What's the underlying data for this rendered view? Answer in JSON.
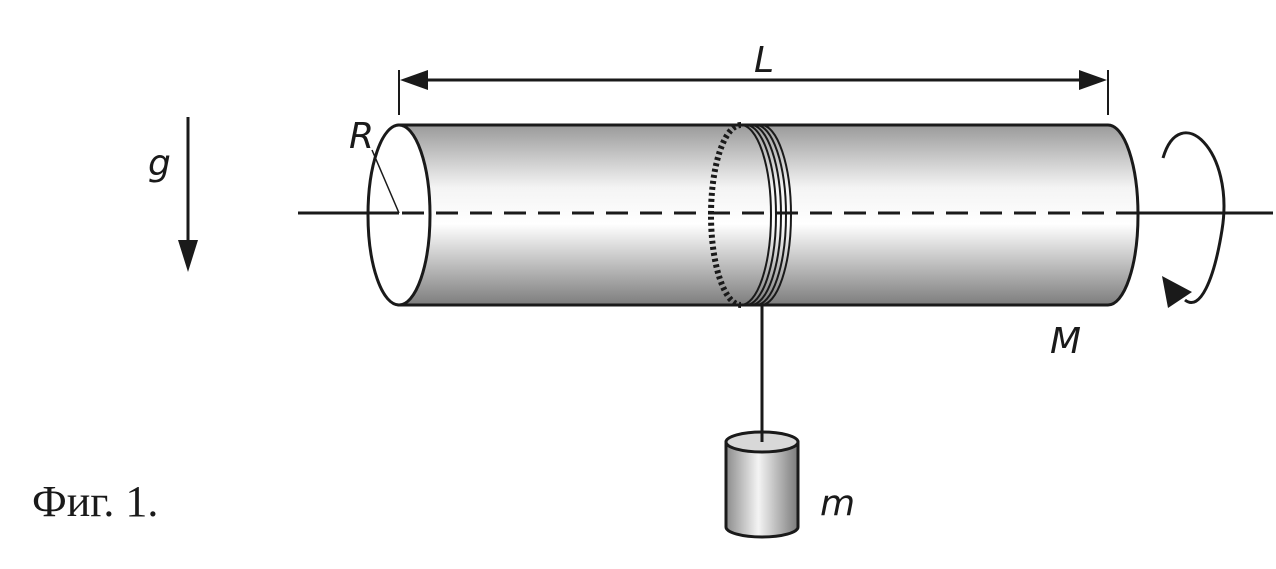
{
  "labels": {
    "length": "L",
    "radius": "R",
    "gravity": "g",
    "cylinder_mass": "M",
    "hanging_mass": "m",
    "caption": "Фиг. 1."
  },
  "colors": {
    "ink": "#1a1a1a",
    "cylinder_light": "#ffffff",
    "cylinder_dark": "#8a8a8a",
    "cap_fill": "#ffffff"
  }
}
